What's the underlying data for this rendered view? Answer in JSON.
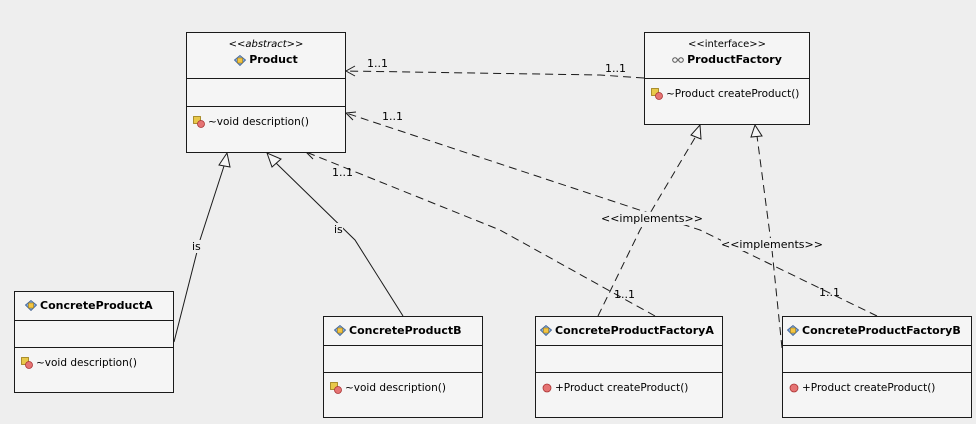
{
  "classes": {
    "product": {
      "stereotype": "<<abstract>>",
      "name": "Product",
      "operation": "~void description()"
    },
    "product_factory": {
      "stereotype": "<<interface>>",
      "name": "ProductFactory",
      "operation": "~Product createProduct()"
    },
    "concrete_product_a": {
      "name": "ConcreteProductA",
      "operation": "~void description()"
    },
    "concrete_product_b": {
      "name": "ConcreteProductB",
      "operation": "~void description()"
    },
    "concrete_factory_a": {
      "name": "ConcreteProductFactoryA",
      "operation": "+Product createProduct()"
    },
    "concrete_factory_b": {
      "name": "ConcreteProductFactoryB",
      "operation": "+Product createProduct()"
    }
  },
  "labels": {
    "mult_1": "1..1",
    "mult_2": "1..1",
    "mult_3": "1..1",
    "mult_4": "1..1",
    "mult_5": "1..1",
    "mult_6": "1..1",
    "is_a": "is",
    "is_b": "is",
    "implements_a": "<<implements>>",
    "implements_b": "<<implements>>"
  },
  "icons": {
    "abstract_class": "abstract-class-icon",
    "interface": "interface-icon",
    "class": "class-icon",
    "package_operation": "package-operation-icon",
    "public_operation": "public-operation-icon"
  },
  "colors": {
    "background": "#eeeeee",
    "box_fill": "#f5f5f5",
    "line": "#1a1a1a",
    "operation_icon_red": "#e57373",
    "operation_icon_yellow": "#e8c84a"
  }
}
